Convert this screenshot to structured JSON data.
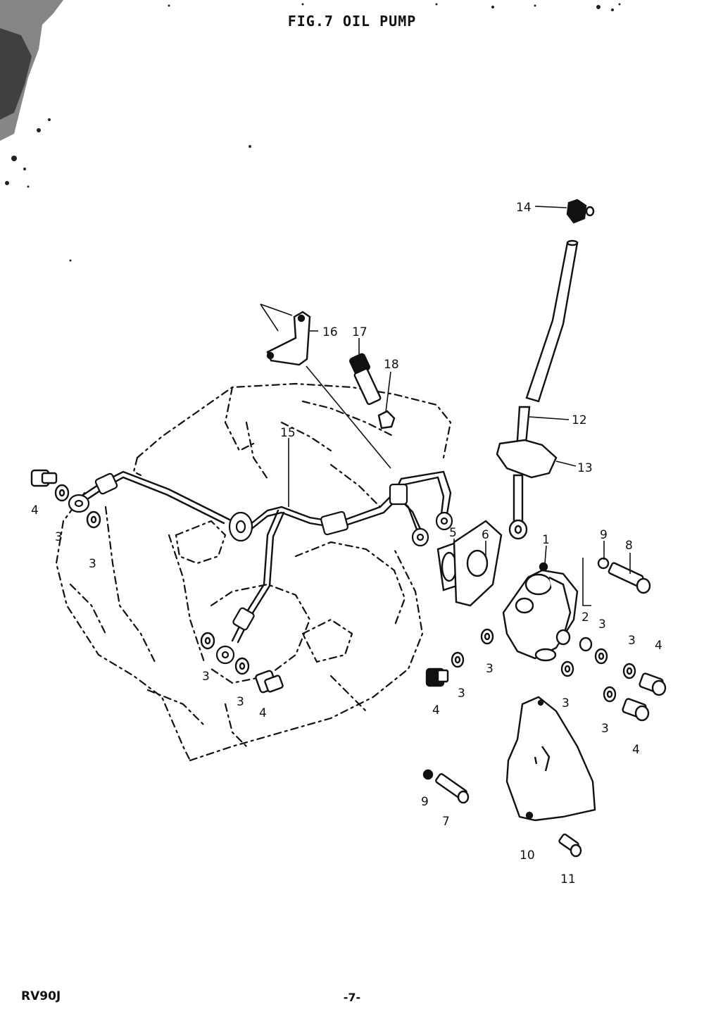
{
  "title": "FIG.7 OIL PUMP",
  "footer": {
    "model": "RV90J",
    "page_number": "-7-"
  },
  "colors": {
    "ink": "#111111",
    "paper": "#ffffff"
  },
  "callouts": [
    "1",
    "2",
    "3",
    "4",
    "5",
    "6",
    "7",
    "8",
    "9",
    "10",
    "11",
    "12",
    "13",
    "14",
    "15",
    "16",
    "17",
    "18"
  ],
  "repeat_callouts": {
    "washer_3": "3",
    "bolt_4": "4",
    "washer_9": "9"
  }
}
